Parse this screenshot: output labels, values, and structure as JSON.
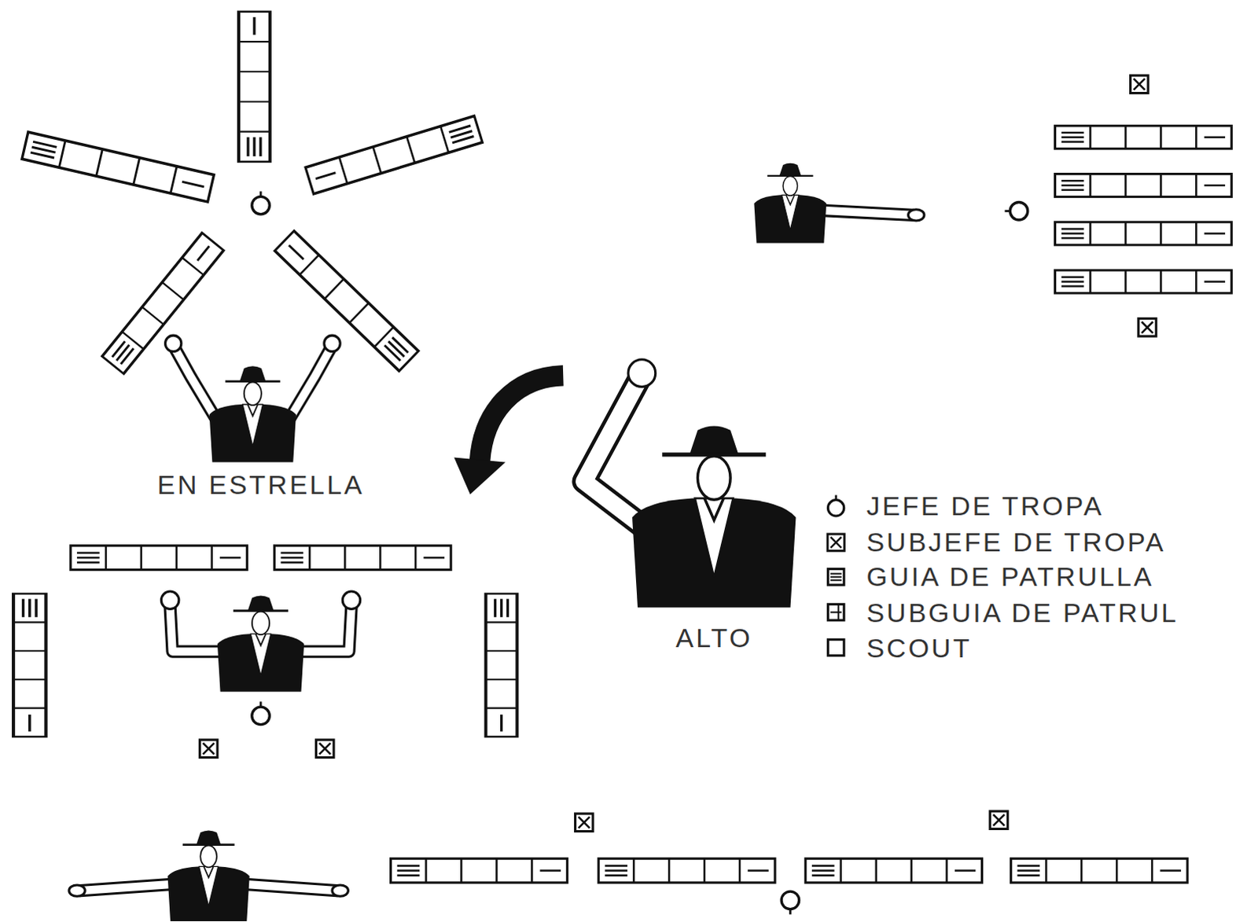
{
  "diagram": {
    "labels": [
      "EN ESTRELLA",
      "ALTO"
    ],
    "legend": [
      {
        "text": "JEFE DE TROPA"
      },
      {
        "text": "SUBJEFE DE TROPA"
      },
      {
        "text": "GUIA DE PATRULLA"
      },
      {
        "text": "SUBGUIA DE PATRUL"
      },
      {
        "text": "SCOUT"
      }
    ]
  }
}
